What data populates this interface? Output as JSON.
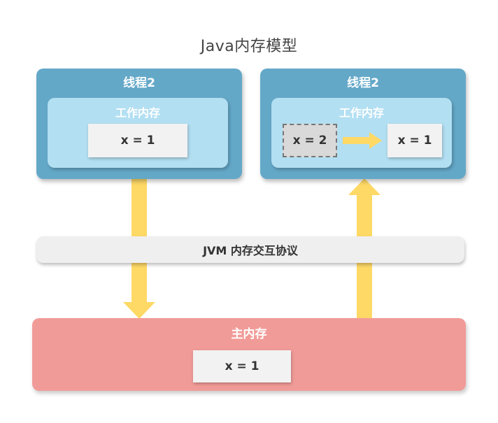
{
  "title": "Java内存模型",
  "colors": {
    "thread_bg": "#64A8C8",
    "working_memory_bg": "#B3DFF2",
    "main_memory_bg": "#F19B98",
    "value_box_bg": "#F2F2F2",
    "stale_value_box_bg": "#D9D9D9",
    "protocol_bg": "#EFEFEF",
    "arrow": "#FFD966"
  },
  "thread_left": {
    "label": "线程2",
    "working_memory": {
      "label": "工作内存",
      "value": "x = 1"
    }
  },
  "thread_right": {
    "label": "线程2",
    "working_memory": {
      "label": "工作内存",
      "old_value": "x = 2",
      "new_value": "x = 1"
    }
  },
  "protocol": {
    "label": "JVM 内存交互协议"
  },
  "main_memory": {
    "label": "主内存",
    "value": "x = 1"
  }
}
